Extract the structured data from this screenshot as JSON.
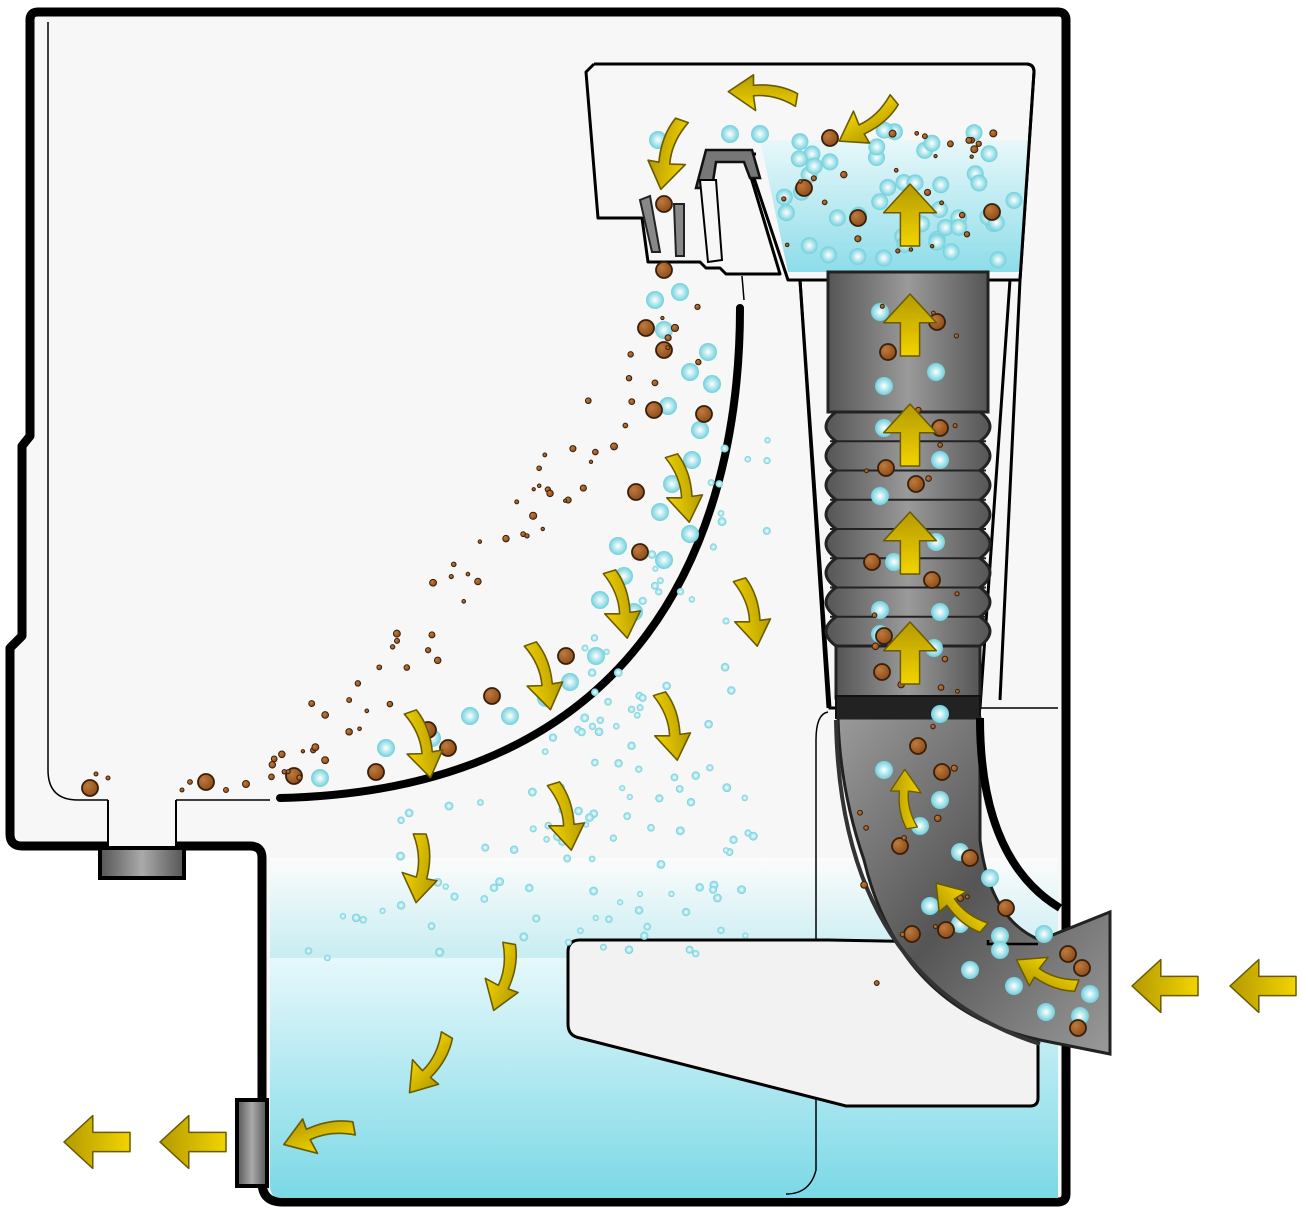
{
  "diagram": {
    "colors": {
      "outline": "#000000",
      "housing_fill": "#f7f7f7",
      "water_top": "#e6f8fb",
      "water_bottom": "#7ad8e6",
      "mist_top": "#ffffff",
      "mist_bottom": "#a8e6ee",
      "arrow_fill": "#f2d400",
      "arrow_shade": "#b49a00",
      "arrow_stroke": "#6a5a00",
      "bubble_inner": "#ffffff",
      "bubble_outer": "#6fd0dc",
      "dirt_fill": "#8a4b1c",
      "dirt_stroke": "#3a1f08",
      "tube_dark": "#555555",
      "tube_light": "#9a9a9a"
    },
    "components": [
      "tank-housing",
      "upper-cyclone-chamber",
      "separator-baffle",
      "curved-deflector-plate",
      "water-reservoir",
      "corrugated-intake-tube",
      "curved-inlet-elbow",
      "inlet-duct",
      "outlet-port",
      "drain-plug",
      "flow-arrows",
      "water-droplets",
      "dirt-particles"
    ],
    "flow": {
      "inlet_direction": "left",
      "outlet_direction": "left"
    }
  }
}
